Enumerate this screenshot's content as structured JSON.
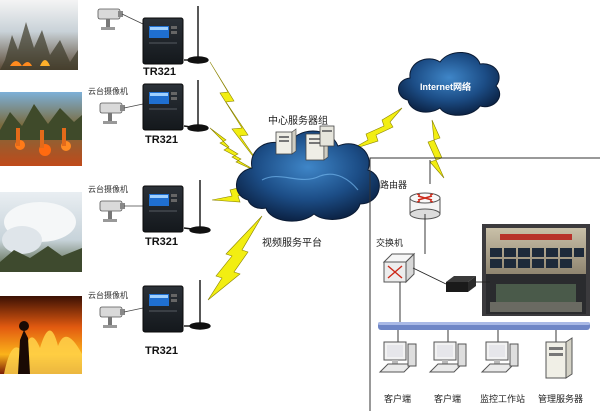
{
  "sites": [
    {
      "device": "TR321",
      "camera_label": ""
    },
    {
      "device": "TR321",
      "camera_label": "云台摄像机"
    },
    {
      "device": "TR321",
      "camera_label": "云台摄像机"
    },
    {
      "device": "TR321",
      "camera_label": "云台摄像机"
    }
  ],
  "server_group_label": "中心服务器组",
  "platform_label": "视频服务平台",
  "internet_label": "Internet网络",
  "router_label": "路由器",
  "switch_label": "交换机",
  "clients": [
    {
      "label": "客户端"
    },
    {
      "label": "客户端"
    },
    {
      "label": "监控工作站"
    },
    {
      "label": "管理服务器"
    }
  ],
  "colors": {
    "lightning": "#f2ee12",
    "cloud_dark": "#0e2a52",
    "cloud_mid": "#2f6fb0",
    "lan_bus": "#6f86c6",
    "line": "#222222"
  }
}
